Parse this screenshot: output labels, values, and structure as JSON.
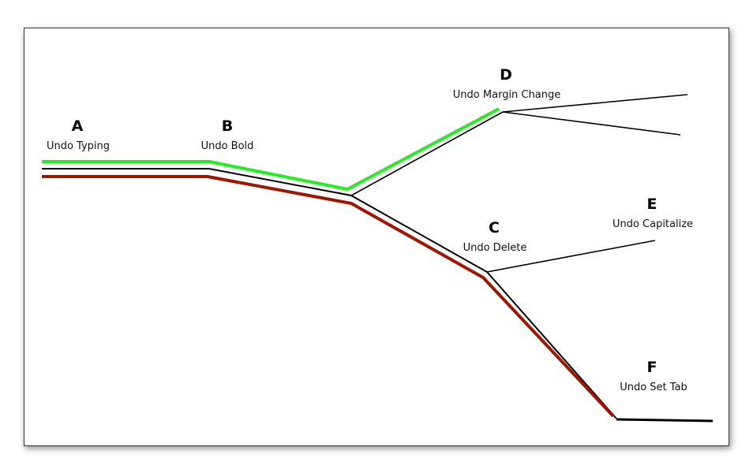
{
  "diagram": {
    "colors": {
      "green_path": "#22ee22",
      "red_path": "#a01500",
      "branch": "#000000",
      "frame_border": "#333333"
    },
    "nodes": [
      {
        "id": "A",
        "letter": "A",
        "label": "Undo Typing"
      },
      {
        "id": "B",
        "letter": "B",
        "label": "Undo Bold"
      },
      {
        "id": "C",
        "letter": "C",
        "label": "Undo Delete"
      },
      {
        "id": "D",
        "letter": "D",
        "label": "Undo Margin Change"
      },
      {
        "id": "E",
        "letter": "E",
        "label": "Undo Capitalize"
      },
      {
        "id": "F",
        "letter": "F",
        "label": "Undo Set Tab"
      }
    ]
  }
}
